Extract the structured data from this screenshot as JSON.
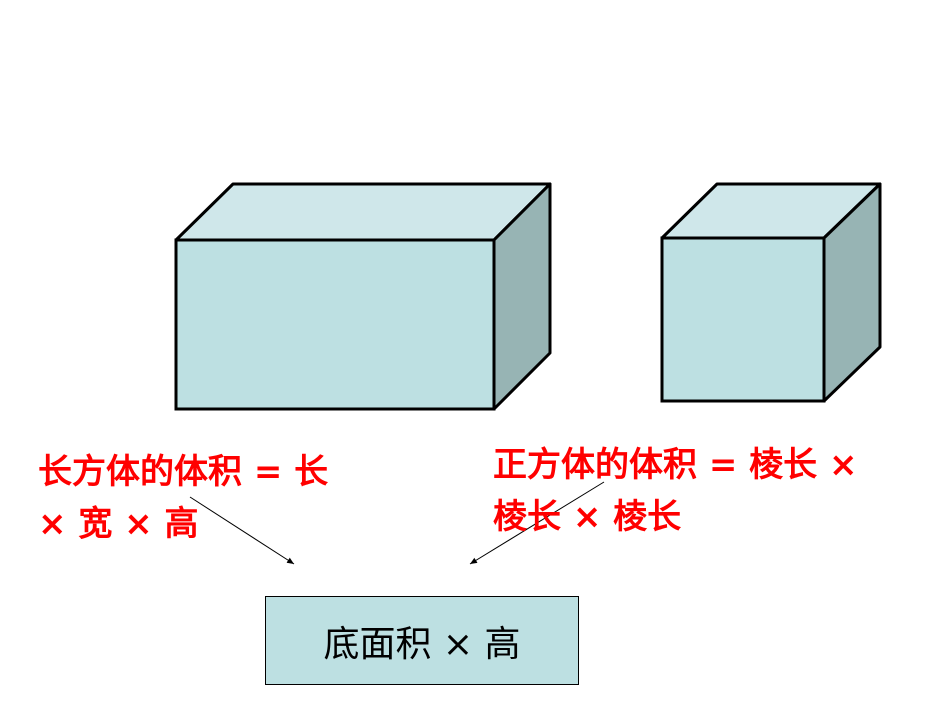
{
  "colors": {
    "front_face": "#bde0e2",
    "top_face": "#cfe7ea",
    "side_face": "#97b4b4",
    "edge": "#000000",
    "formula_text": "#ff0000",
    "result_box_fill": "#bde0e2",
    "result_text": "#000000"
  },
  "cuboid": {
    "formula_line1": "长方体的体积 = 长",
    "formula_line2": "× 宽 × 高"
  },
  "cube": {
    "formula_line1": "正方体的体积 = 棱长 ×",
    "formula_line2": "棱长 × 棱长"
  },
  "result": {
    "text": "底面积 × 高"
  }
}
